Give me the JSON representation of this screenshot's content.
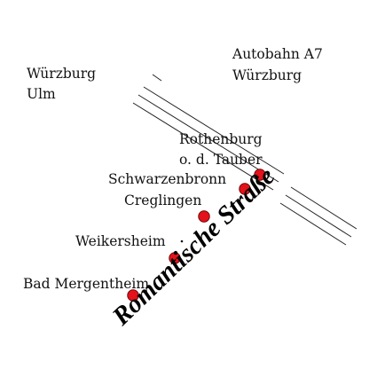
{
  "map": {
    "labels": {
      "autobahn_line1": "Autobahn A7",
      "autobahn_line2": "Würzburg",
      "west_line1": "Würzburg",
      "west_line2": "Ulm",
      "rothenburg_line1": "Rothenburg",
      "rothenburg_line2": "o. d. Tauber",
      "schwarzenbronn": "Schwarzenbronn",
      "creglingen": "Creglingen",
      "weikersheim": "Weikersheim",
      "bad_mergentheim": "Bad Mergentheim"
    },
    "route_name": "Romantische Straße",
    "colors": {
      "marker": "#e3121b",
      "marker_outline": "#5a0000",
      "highway": "#222222",
      "text": "#111111",
      "background": "#ffffff"
    }
  }
}
